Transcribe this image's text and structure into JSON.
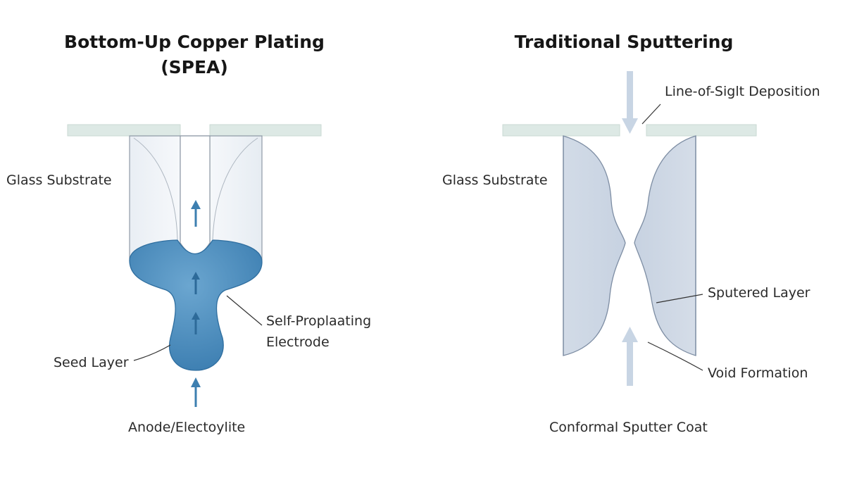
{
  "left_panel": {
    "title_line1": "Bottom-Up Copper Plating",
    "title_line2": "(SPEA)",
    "labels": {
      "glass_substrate": "Glass Substrate",
      "self_propagating_line1": "Self-Proplaating",
      "self_propagating_line2": "Electrode",
      "seed_layer": "Seed Layer",
      "anode_electrolyte": "Anode/Electoylite"
    }
  },
  "right_panel": {
    "title": "Traditional Sputtering",
    "labels": {
      "line_of_sight": "Line-of-Siglt Deposition",
      "glass_substrate": "Glass Substrate",
      "sputtered_layer": "Sputered Layer",
      "void_formation": "Void Formation",
      "conformal_coat": "Conformal Sputter Coat"
    }
  },
  "colors": {
    "substrate": "#dde9e5",
    "copper_fill": "#4a8dbd",
    "copper_dark": "#3a7aab",
    "arrow_dark": "#3d7fb0",
    "glass_tube": "#f1f4f8",
    "sputter_fill": "#cfd8e5",
    "sputter_arrow": "#c8d5e4",
    "leader_line": "#333333"
  }
}
